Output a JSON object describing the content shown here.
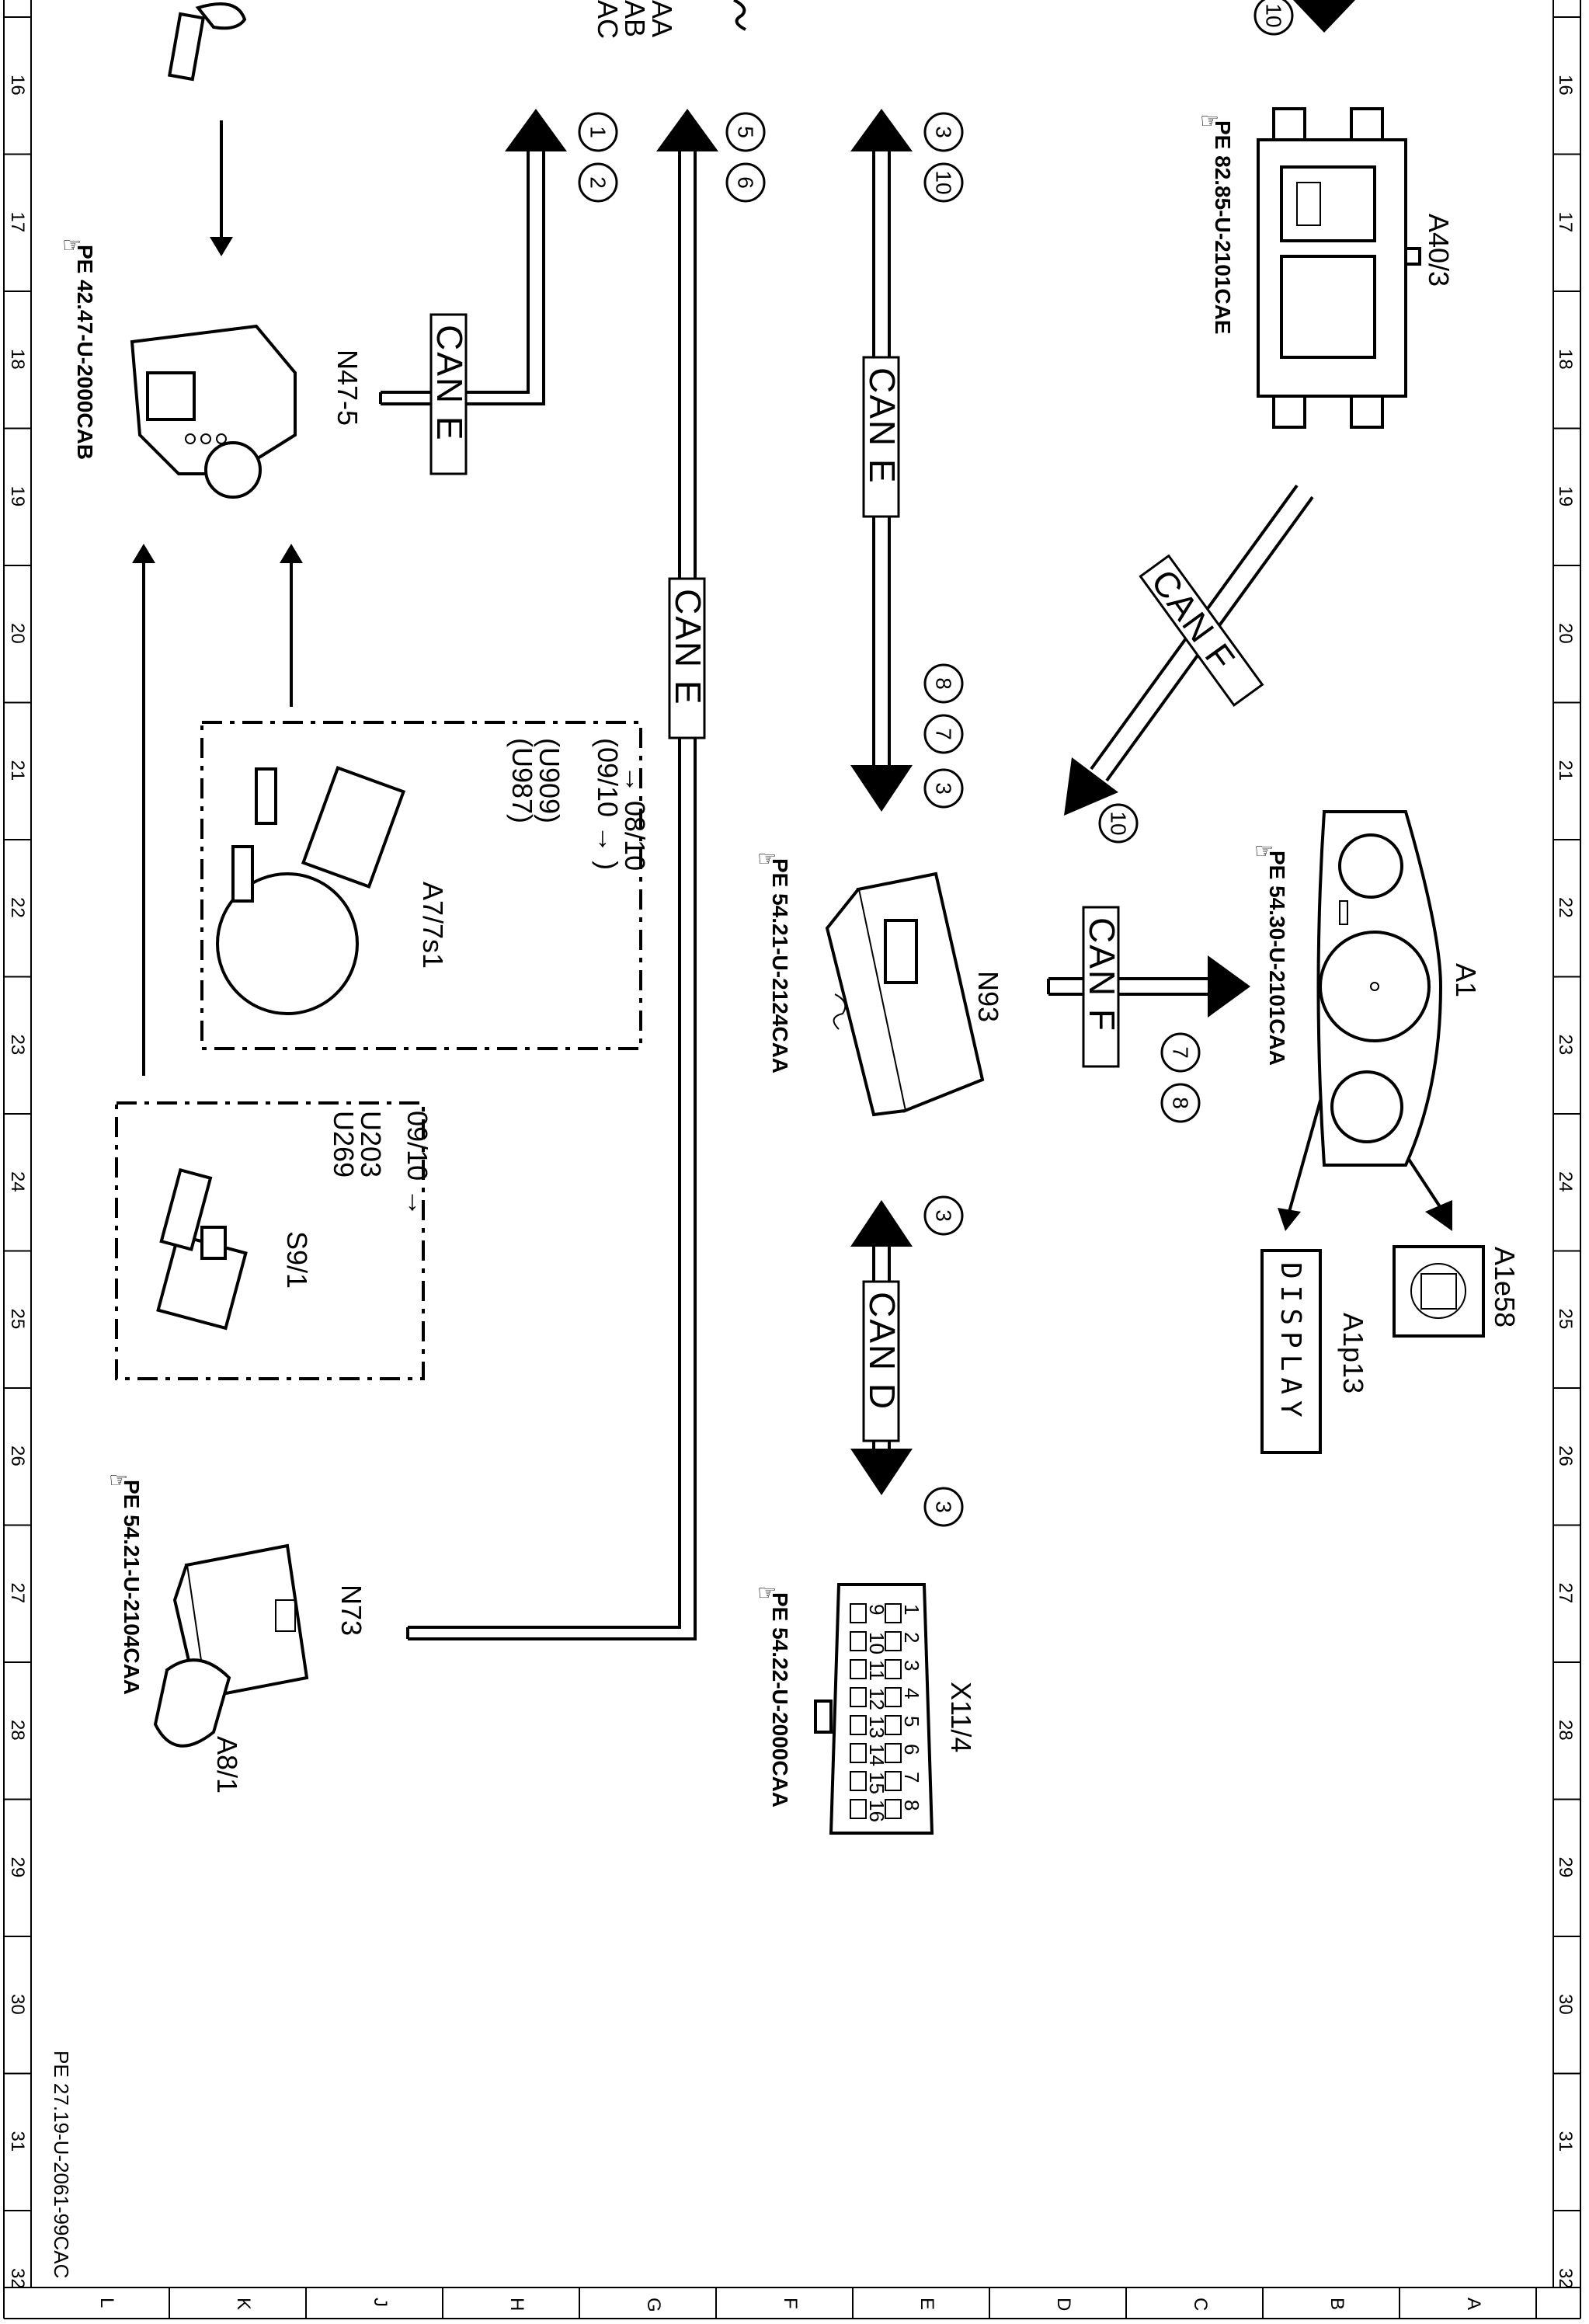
{
  "frame": {
    "row_labels": [
      "16",
      "17",
      "18",
      "19",
      "20",
      "21",
      "22",
      "23",
      "24",
      "25",
      "26",
      "27",
      "28",
      "29",
      "30",
      "31",
      "32"
    ],
    "column_labels": [
      "L",
      "K",
      "J",
      "H",
      "G",
      "F",
      "E",
      "D",
      "C",
      "B",
      "A"
    ],
    "doc_id": "PE 27.19-U-2061-99CAC"
  },
  "bus_tags": {
    "can_e_1": "CAN E",
    "can_e_2": "CAN E",
    "can_e_3": "CAN E",
    "can_f_1": "CAN F",
    "can_f_2": "CAN F",
    "can_d": "CAN D"
  },
  "circle_numbers": {
    "n1": "1",
    "n2": "2",
    "n5": "5",
    "n6": "6",
    "n3a": "3",
    "n10a": "10",
    "n10top": "10",
    "n8a": "8",
    "n7a": "7",
    "n3b": "3",
    "n10b": "10",
    "n7b": "7",
    "n8b": "8",
    "n3c": "3",
    "n3d": "3"
  },
  "components": {
    "a40_3": {
      "label": "A40/3",
      "ref": "PE 82.85-U-2101CAE"
    },
    "n47_5": {
      "label": "N47-5",
      "ref": "PE 42.47-U-2000CAB"
    },
    "a7_7s1": {
      "label": "A7/7s1",
      "note1": "→ 08/10",
      "note2": "(09/10 → )",
      "note3": "(U909)",
      "note4": "(U987)"
    },
    "s9_1": {
      "label": "S9/1",
      "note1": "09/10 →",
      "note2": "U203",
      "note3": "U269"
    },
    "n93": {
      "label": "N93",
      "ref": "PE 54.21-U-2124CAA"
    },
    "a1": {
      "label": "A1",
      "ref": "PE 54.30-U-2101CAA"
    },
    "a1e58": {
      "label": "A1e58"
    },
    "a1p13": {
      "label": "A1p13",
      "display": "DISPLAY"
    },
    "x11_4": {
      "label": "X11/4",
      "ref": "PE 54.22-U-2000CAA",
      "pins_top": [
        "1",
        "2",
        "3",
        "4",
        "5",
        "6",
        "7",
        "8"
      ],
      "pins_bottom": [
        "9",
        "10",
        "11",
        "12",
        "13",
        "14",
        "15",
        "16"
      ]
    },
    "n73": {
      "label": "N73"
    },
    "a8_1": {
      "label": "A8/1",
      "ref": "PE 54.21-U-2104CAA"
    }
  },
  "top_fragment": {
    "line1": "AA",
    "line2": "AB",
    "line3": "AC"
  }
}
